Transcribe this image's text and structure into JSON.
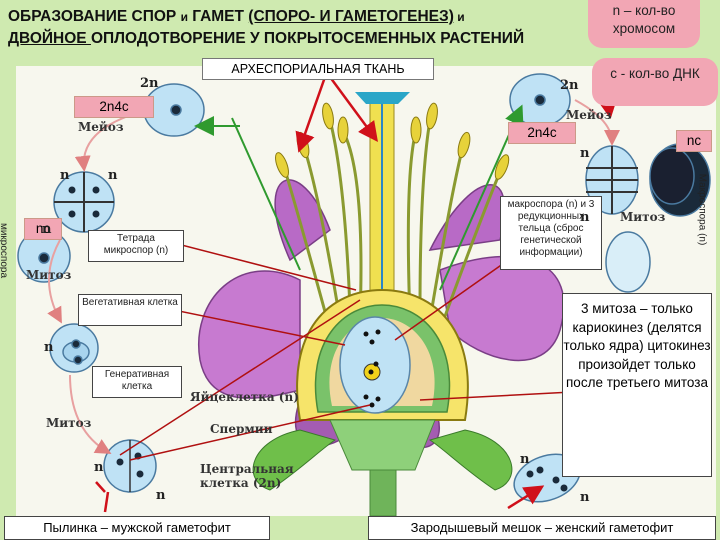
{
  "title": {
    "line1_a": "ОБРАЗОВАНИЕ СПОР ",
    "line1_b": "и",
    "line1_c": " ГАМЕТ ",
    "line1_d": "(СПОРО- И ГАМЕТОГЕНЕЗ)",
    "line1_e": " и",
    "line2_a": "ДВОЙНОЕ ",
    "line2_b": "ОПЛОДОТВОРЕНИЕ У ПОКРЫТОСЕМЕННЫХ РАСТЕНИЙ"
  },
  "legend": {
    "n_text": "n – кол-во хромосом",
    "c_text": "с - кол-во ДНК"
  },
  "labels": {
    "archespore": "АРХЕСПОРИАЛЬНАЯ ТКАНЬ",
    "left_2n4c": "2n4c",
    "right_2n4c": "2n4c",
    "left_nc": "nc",
    "right_nc": "nc",
    "microspore_vertical": "микроспора",
    "macrospore_vertical": "Макроспора (n)",
    "tetrad": "Тетрада микроспор (n)",
    "vegetative": "Вегетативная клетка",
    "generative": "Генеративная клетка",
    "macrospore_note": "макроспора (n) и 3 редукционных тельца (сброс генетической информации)",
    "third_mitosis": "3 митоза – только кариокинез (делятся только ядра) цитокинез произойдет только после третьего митоза",
    "pollen": "Пылинка – мужской гаметофит",
    "embryo_sac": "Зародышевый мешок – женский гаметофит"
  },
  "printed_figure": {
    "meiosis_left": "Мейоз",
    "meiosis_right": "Мейоз",
    "mitosis_left_1": "Митоз",
    "mitosis_left_2": "Митоз",
    "mitosis_right": "Митоз",
    "egg_cell": "Яйцеклетка (n)",
    "sperms": "Спермии",
    "central_cell": "Центральная клетка (2n)",
    "two_n_left": "2n",
    "two_n_right": "2n",
    "n": "n"
  },
  "colors": {
    "background": "#cfeab0",
    "pink": "#f2a6b4",
    "petal": "#c77ad0",
    "cell": "#bfe2f5",
    "arrow_red": "#d0101a",
    "arrow_green": "#2f9a2f",
    "ovary_yellow": "#f4e24a"
  },
  "icons": [
    "arrow-icon",
    "flower-illustration",
    "cell-icon",
    "tetrad-icon"
  ]
}
